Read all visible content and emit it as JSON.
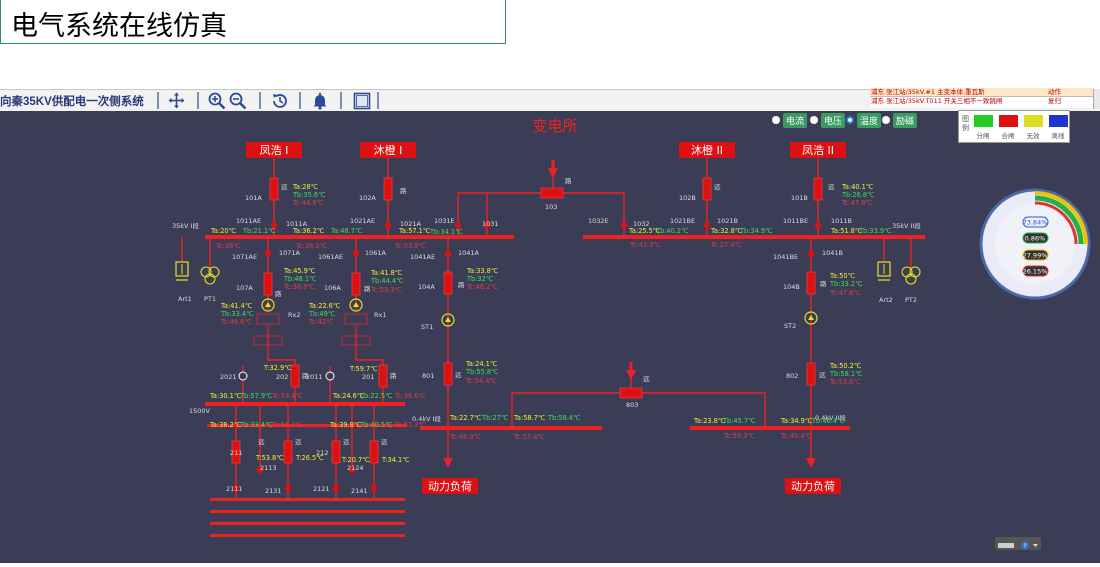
{
  "page_title": "电气系统在线仿真",
  "toolbar": {
    "system_title": "向秦35KV供配电一次侧系统",
    "buttons": [
      "move-icon",
      "zoom-in-icon",
      "zoom-out-icon",
      "history-icon",
      "bell-icon",
      "frame-icon"
    ]
  },
  "alarms": [
    {
      "text": "浦东.张江站/35kV.#1 主变本体.重瓦斯",
      "state": "动作"
    },
    {
      "text": "浦东.张江站/35kV.T011 开关三相不一致跳闸",
      "state": "复归"
    }
  ],
  "diagram": {
    "title": "变电所",
    "modes": [
      {
        "label": "电流",
        "selected": false
      },
      {
        "label": "电压",
        "selected": false
      },
      {
        "label": "温度",
        "selected": true
      },
      {
        "label": "励磁",
        "selected": false
      }
    ],
    "legend": {
      "title": "图例",
      "items": [
        {
          "label": "分闸",
          "color": "#22cc22"
        },
        {
          "label": "合闸",
          "color": "#dd1111"
        },
        {
          "label": "无效",
          "color": "#dddd22"
        },
        {
          "label": "离线",
          "color": "#2233cc"
        }
      ]
    },
    "gauge": {
      "values": [
        "73.84%",
        "0.86%",
        "27.99%",
        "26.15%"
      ],
      "colors": [
        "#2a5bd7",
        "#22b04a",
        "#f2c200",
        "#e03333"
      ]
    },
    "line_labels": {
      "l1": "凤浩 I",
      "l2": "沐橙 I",
      "l3": "沐橙 II",
      "l4": "凤浩 II"
    },
    "load_labels": {
      "left": "动力负荷",
      "right": "动力负荷"
    },
    "bus_labels": {
      "left35": "35kV I段",
      "right35": "35kV II段",
      "b1500": "1500V",
      "kv04a": "0.4kV I段",
      "kv04b": "0.4kV II段"
    },
    "device_labels": {
      "d101A": "101A",
      "d102A": "102A",
      "d102B": "102B",
      "d101B": "101B",
      "d103": "103",
      "d1011AE": "1011AE",
      "d1011A": "1011A",
      "d1021AE": "1021AE",
      "d1021A": "1021A",
      "d1031E": "1031E",
      "d1031": "1031",
      "d1032E": "1032E",
      "d1032": "1032",
      "d1021BE": "1021BE",
      "d1021B": "1021B",
      "d1011BE": "1011BE",
      "d1011B": "1011B",
      "d1071AE": "1071AE",
      "d1071A": "1071A",
      "d1061AE": "1061AE",
      "d1061A": "1061A",
      "d1041AE": "1041AE",
      "d1041A": "1041A",
      "d1041BE": "1041BE",
      "d1041B": "1041B",
      "d107A": "107A",
      "d106A": "106A",
      "d104A": "104A",
      "d104B": "104B",
      "Art1": "Art1",
      "PT1": "PT1",
      "Art2": "Art2",
      "PT2": "PT2",
      "Rx2": "Rx2",
      "Rx1": "Rx1",
      "ST1": "ST1",
      "ST2": "ST2",
      "d2021": "2021",
      "d202": "202",
      "d2011": "2011",
      "d201": "201",
      "d801": "801",
      "d802": "802",
      "d803": "803",
      "d211": "211",
      "d2113": "2113",
      "d212": "212",
      "d2124": "2124",
      "d2111": "2111",
      "d2131": "2131",
      "d2121": "2121",
      "d2141": "2141",
      "tag_yuan": "远",
      "tag_lu": "路"
    },
    "temps": {
      "t101A_a": "Ta:28℃",
      "t101A_b": "Tb:35.6℃",
      "t101A_c": "Tc:44.8℃",
      "t1011_a": "Ta:20℃",
      "t1011_b": "Tb:21.1℃",
      "t1011_c": "Tc:36℃",
      "t1011A_a": "Ta:36.2℃",
      "t1011A_c": "Tc:38.3℃",
      "t1021_a": "Ta:48.7℃",
      "t1021A_a": "Ta:57.1℃",
      "t1021A_c": "Tc:53.9℃",
      "t1031_b": "Tb:34.1℃",
      "t1032_a": "Ta:25.5℃",
      "t1032_b": "Tb:40.2℃",
      "t1032_c": "Tc:42.3℃",
      "t1021B_a": "Ta:32.8℃",
      "t1021B_b": "Tb:34.9℃",
      "t1021B_c": "Tc:27.4℃",
      "t1011B_a": "Ta:51.8℃",
      "t1011B_b": "Tb:33.9℃",
      "t101B_a": "Ta:40.1℃",
      "t101B_b": "Tb:26.8℃",
      "t101B_c": "Tc:47.8℃",
      "t107A_a": "Ta:45.9℃",
      "t107A_b": "Tb:48.1℃",
      "t107A_c": "Tc:38.8℃",
      "t106A_a": "Ta:41.8℃",
      "t106A_b": "Tb:44.4℃",
      "t106A_c": "Tc:53.3℃",
      "t104A_a": "Ta:33.8℃",
      "t104A_b": "Tb:32℃",
      "t104A_c": "Tc:46.2℃",
      "t104B_a": "Ta:50℃",
      "t104B_b": "Tb:33.2℃",
      "t104B_c": "Tc:47.6℃",
      "tRx2_a": "Ta:41.4℃",
      "tRx2_b": "Tb:33.4℃",
      "tRx2_c": "Tc:46.6℃",
      "tRx1_a": "Ta:22.6℃",
      "tRx1_b": "Tb:49℃",
      "tRx1_c": "Tc:42℃",
      "t202": "T:32.9℃",
      "t201": "T:59.7℃",
      "t801_a": "Ta:24.1℃",
      "t801_b": "Tb:55.8℃",
      "t801_c": "Tc:54.4℃",
      "t802_a": "Ta:50.2℃",
      "t802_b": "Tb:58.1℃",
      "t802_c": "Tc:55.6℃",
      "tB1_a": "Ta:30.1℃",
      "tB1_b": "Tb:57.9℃",
      "tB1_c": "Tc:53.4℃",
      "tB2_a": "Ta:24.6℃",
      "tB2_b": "Tb:22.5℃",
      "tB2_c": "Tc:36.6℃",
      "tC1_a": "Ta:38.2℃",
      "tC1_b": "Tb:33.4℃",
      "tC1_c": "Tc:56.2℃",
      "tC2_a": "Ta:39.8℃",
      "tC2_b": "Tb:40.5℃",
      "tC2_c": "Tc:51.3℃",
      "t211": "T:53.8℃",
      "t2113": "T:26.5℃",
      "t212": "T:20.7℃",
      "t2124": "T:34.1℃",
      "tL1_a": "Ta:22.7℃",
      "tL1_b": "Tb:27℃",
      "tL1_c": "Tc:46.9℃",
      "tL2_a": "Ta:58.7℃",
      "tL2_b": "Tb:58.4℃",
      "tL2_c": "Tc:57.4℃",
      "tR1_a": "Ta:23.8℃",
      "tR1_b": "Tb:45.7℃",
      "tR1_c": "Tc:59.3℃",
      "tR2_a": "Ta:34.9℃",
      "tR2_b": "Tb:46.4℃",
      "tR2_c": "Tc:40.4℃"
    }
  }
}
